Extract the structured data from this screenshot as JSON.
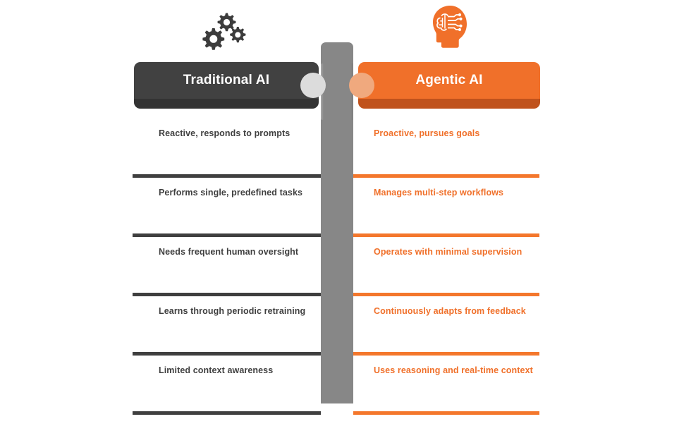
{
  "colors": {
    "orange": "#F0702A",
    "orange_rule": "#F4772C",
    "orange_dark": "#C0521C",
    "orange_knob": "#F0A97E",
    "dark": "#414141",
    "dark_base": "#333333",
    "dark_rule": "#3F3F3F",
    "divider_gray": "#878787",
    "gray_knob": "#DCDCDC",
    "background": "#FFFFFF"
  },
  "icons": {
    "left": "gears-icon",
    "right": "brain-head-icon"
  },
  "headers": {
    "left": "Traditional AI",
    "right": "Agentic AI"
  },
  "rows": [
    {
      "left": "Reactive, responds to prompts",
      "right": "Proactive, pursues goals"
    },
    {
      "left": "Performs single, predefined tasks",
      "right": "Manages multi-step workflows"
    },
    {
      "left": "Needs frequent human oversight",
      "right": "Operates with minimal supervision"
    },
    {
      "left": "Learns through periodic retraining",
      "right": "Continuously adapts from feedback"
    },
    {
      "left": "Limited context awareness",
      "right": "Uses reasoning and real-time context"
    }
  ]
}
